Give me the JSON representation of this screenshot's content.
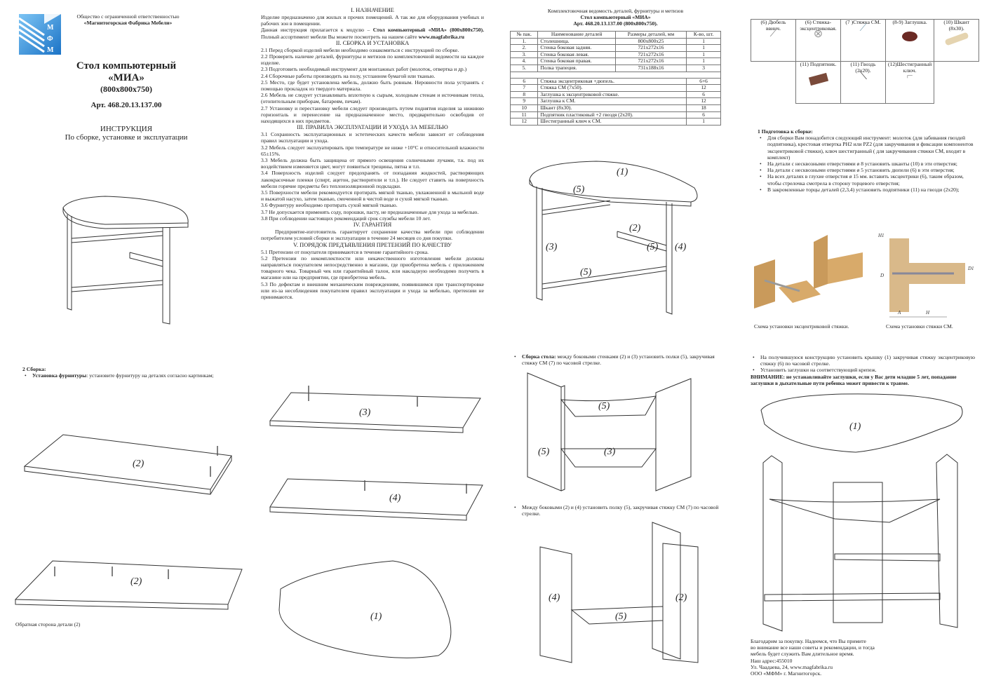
{
  "cover": {
    "logo_text": "МФМ",
    "company_line1": "Общество с ограниченной ответственностью",
    "company_line2": "«Магнитогорская Фабрика Мебели»",
    "title1": "Стол компьютерный",
    "title2": "«МИА»",
    "size": "(800x800x750)",
    "article": "Арт. 468.20.13.137.00",
    "instr1": "ИНСТРУКЦИЯ",
    "instr2": "По сборке, установке и эксплуатации"
  },
  "manual": {
    "s1_title": "I. НАЗНАЧЕНИЕ",
    "s1_p1": "Изделие предназначено для жилых и прочих помещений. А так же для оборудования учебных и рабочих зон в помещении.",
    "s1_p2a": "Данная инструкция прилагается к модулю –",
    "s1_p2b": "Стол компьютерный «МИА» (800x800x750).",
    "s1_p2c": "Полный ассортимент мебели Вы можете посмотреть на нашем сайте",
    "s1_site": "www.magfabrika.ru",
    "s2_title": "II. СБОРКА И УСТАНОВКА",
    "s2_items": [
      "2.1 Перед сборкой изделий мебели необходимо ознакомиться с инструкцией по сборке.",
      "2.2 Проверить наличие деталей, фурнитуры и метизов по комплектовочной ведомости на каждое изделие.",
      "2.3 Подготовить необходимый инструмент для монтажных работ (молоток, отвертка и др.)",
      "2.4 Сборочные работы производить на полу, устланном бумагой или тканью.",
      "2.5 Место, где будет установлена мебель, должно быть ровным. Неровности пола устранять с помощью прокладок из твердого материала.",
      "2.6 Мебель не следует устанавливать вплотную к сырым, холодным стенам и источникам тепла, (отопительным приборам, батареям, печам).",
      "2.7 Установку и перестановку мебели следует производить путем поднятия изделия за нижнюю горизонталь и перенесение на предназначенное место, предварительно освободив от находящихся в них предметов."
    ],
    "s3_title": "III. ПРАВИЛА ЭКСПЛУАТАЦИИ И УХОДА ЗА МЕБЕЛЬЮ",
    "s3_items": [
      "3.1 Сохранность эксплуатационных и эстетических качеств мебели зависит от соблюдения правил эксплуатации и ухода.",
      "3.2 Мебель следует эксплуатировать при температуре не ниже +10°С и относительной влажности 65±15%.",
      "3.3 Мебель должна быть защищена от прямого освещения солнечными лучами, т.к. под их воздействием изменяется цвет, могут появиться трещины, пятна и т.п.",
      "3.4 Поверхность изделий следует предохранять от попадания жидкостей, растворяющих лакокрасочные пленки (спирт, ацетон, растворители и т.п.). Не следует ставить на поверхность мебели горячие предметы без теплоизоляционной подкладки.",
      "3.5 Поверхности мебели рекомендуется протирать мягкой тканью, увлажненной в мыльной воде и выжатой насухо, затем тканью, смоченной в чистой воде и сухой мягкой тканью.",
      "3.6 Фурнитуру необходимо протирать сухой мягкой тканью.",
      "3.7 Не допускается применять соду, порошки, пасту, не предназначенные для ухода за мебелью.",
      "3.8 При соблюдении настоящих рекомендаций срок службы мебели 10 лет."
    ],
    "s4_title": "IV. ГАРАНТИЯ",
    "s4_text": "Предприятие-изготовитель гарантирует сохранение качества мебели при соблюдении потребителем условий сборки и эксплуатации в течение 24 месяцев со дня покупки.",
    "s5_title": "V. ПОРЯДОК ПРЕДЪЯВЛЕНИЯ ПРЕТЕНЗИЙ ПО КАЧЕСТВУ",
    "s5_items": [
      "5.1 Претензии от покупателя принимаются в течение гарантийного срока.",
      "5.2 Претензии по некомплектности или некачественного изготовления мебели должны направляться покупателем непосредственно в магазин, где приобретена мебель с приложением товарного чека. Товарный чек или гарантийный талон, или накладную необходимо получить в магазине или на предприятии, где приобретена мебель.",
      "5.3 По дефектам и внешним механическим повреждениям, появившимся при транспортировке или из-за несоблюдения покупателем правил эксплуатации и ухода за мебелью, претензии не принимаются."
    ]
  },
  "parts": {
    "title1": "Комплектовочная ведомость деталей, фурнитуры и метизов",
    "title2": "Стол компьютерный «МИА»",
    "title3": "Арт. 468.20.13.137.00 (800x800x750).",
    "headers": [
      "№ пак.",
      "Наименование деталей",
      "Размеры деталей, мм",
      "К-во, шт."
    ],
    "panels": [
      [
        "1.",
        "Столешница.",
        "800x800x25",
        "1"
      ],
      [
        "2.",
        "Стенка боковая задняя.",
        "721x272x16",
        "1"
      ],
      [
        "3.",
        "Стенка боковая левая.",
        "721x272x16",
        "1"
      ],
      [
        "4.",
        "Стенка боковая правая.",
        "721x272x16",
        "1"
      ],
      [
        "5.",
        "Полка трапеция.",
        "731x188x16",
        "3"
      ]
    ],
    "fittings": [
      [
        "6",
        "Стяжка эксцентриковая +дюпель.",
        "6+6"
      ],
      [
        "7",
        "Стяжка СМ (7x50).",
        "12"
      ],
      [
        "8",
        "Заглушка к эксцентриковой стяжке.",
        "6"
      ],
      [
        "9",
        "Заглушка к СМ.",
        "12"
      ],
      [
        "10",
        "Шкант (8x30).",
        "18"
      ],
      [
        "11",
        "Подпятник пластиковый +2 гвоздя (2x20).",
        "6"
      ],
      [
        "12",
        "Шестигранный ключ к СМ.",
        "1"
      ]
    ]
  },
  "hardware": [
    "(6) Дюбель ввинч.",
    "(6) Стяжка-эксцентриковая.",
    "(7 )Стяжка СМ.",
    "(8-9) Заглушка.",
    "(10) Шкант (8x30).",
    "(11) Подпятник.",
    "(11) Гвоздь (2x20).",
    "(12)Шестигранный ключ."
  ],
  "prep": {
    "title": "1 Подготовка к сборке:",
    "items": [
      "Для сборки Вам понадобится следующий инструмент: молоток (для забивания гвоздей подпятника), крестовая отвертка PH2 или PZ2 (для закручивания и фиксации компонентов эксцентриковой стяжки), ключ шестигранный ( для закручивания стяжки СМ, входит в комплект)",
      "На детали с несквозными отверстиями ø 8 установить шканты (10) в эти отверстия;",
      "На детали с несквозными отверстиями ø 5 установить дюпели (6) в эти отверстия;",
      "На всех деталях в глухие отверстия ø 15 мм. вставить эксцентрики (6), таким образом, чтобы стрелочка смотрела в сторону торцевого отверстия;",
      "В закромленные торцы деталей (2,3,4) установить подпятники (11) на гвозди (2x20);"
    ]
  },
  "schemes": {
    "eccentric": "Схема установки эксцентриковой стяжки.",
    "cm": "Схема установки стяжки СМ.",
    "dims": [
      "H1",
      "D",
      "D1",
      "A",
      "H"
    ]
  },
  "assembly": {
    "title": "2 Сборка:",
    "fit_bold": "Установка фурнитуры",
    "fit_text": ": установите фурнитуру на деталях согласно картинкам;",
    "back_caption": "Обратная сторона детали (2)",
    "step1_bold": "Сборка стола:",
    "step1_text": " между боковыми стенками (2) и (3) установить полки (5), закручивая стяжку СМ (7) по часовой стрелке.",
    "step2": "Между боковыми (2) и (4) установить полку (5), закручивая стяжку СМ (7) по часовой стрелке.",
    "step3": "На получившуюся конструкцию установить крышку (1) закручивая стяжку эксцентриковую стяжку (6) по часовой стрелке.",
    "step4": "Установить заглушки на соответствующий крепеж.",
    "warning": "ВНИМАНИЕ: не устанавливайте заглушки, если у Вас дети младше 5 лет, попадание заглушки в дыхательные пути ребенка может привести к травме."
  },
  "labels": {
    "p1": "(1)",
    "p2": "(2)",
    "p3": "(3)",
    "p4": "(4)",
    "p5": "(5)"
  },
  "footer": [
    "Благодарим за покупку. Надеемся, что Вы примите",
    "во внимание все наши советы и рекомендации, и тогда",
    "мебель будет служить Вам длительное время.",
    "Наш адрес:455010",
    "Ул. Чаадаева, 24,  www.magfabrika.ru",
    "ООО «МФМ»   г. Магнитогорск."
  ],
  "colors": {
    "logo": "#2f8ed8",
    "wood": "#c99a5b"
  }
}
